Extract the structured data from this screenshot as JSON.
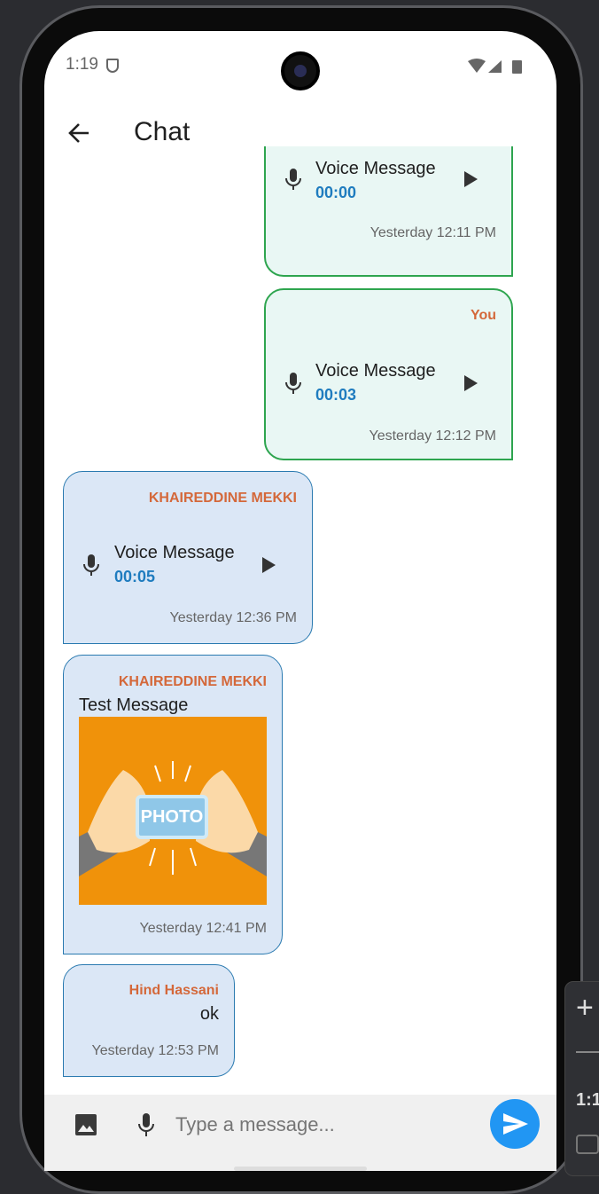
{
  "status": {
    "time": "1:19"
  },
  "header": {
    "title": "Chat"
  },
  "messages": [
    {
      "type": "voice",
      "label": "Voice Message",
      "duration": "00:00",
      "timestamp": "Yesterday 12:11 PM"
    },
    {
      "type": "voice",
      "sender": "You",
      "label": "Voice Message",
      "duration": "00:03",
      "timestamp": "Yesterday 12:12 PM"
    },
    {
      "type": "voice",
      "sender": "KHAIREDDINE MEKKI",
      "label": "Voice Message",
      "duration": "00:05",
      "timestamp": "Yesterday 12:36 PM"
    },
    {
      "type": "image",
      "sender": "KHAIREDDINE MEKKI",
      "text": "Test Message",
      "image_text": "PHOTO",
      "timestamp": "Yesterday 12:41 PM"
    },
    {
      "type": "text",
      "sender": "Hind Hassani",
      "text": "ok",
      "timestamp": "Yesterday 12:53 PM"
    }
  ],
  "input": {
    "placeholder": "Type a message..."
  },
  "emulator": {
    "zoom_label": "1:1"
  },
  "colors": {
    "sent_border": "#2ea54f",
    "recv_border": "#2a7ab0",
    "sender_name": "#d4683a",
    "duration": "#1f7cbf",
    "send_button": "#2196f3"
  }
}
